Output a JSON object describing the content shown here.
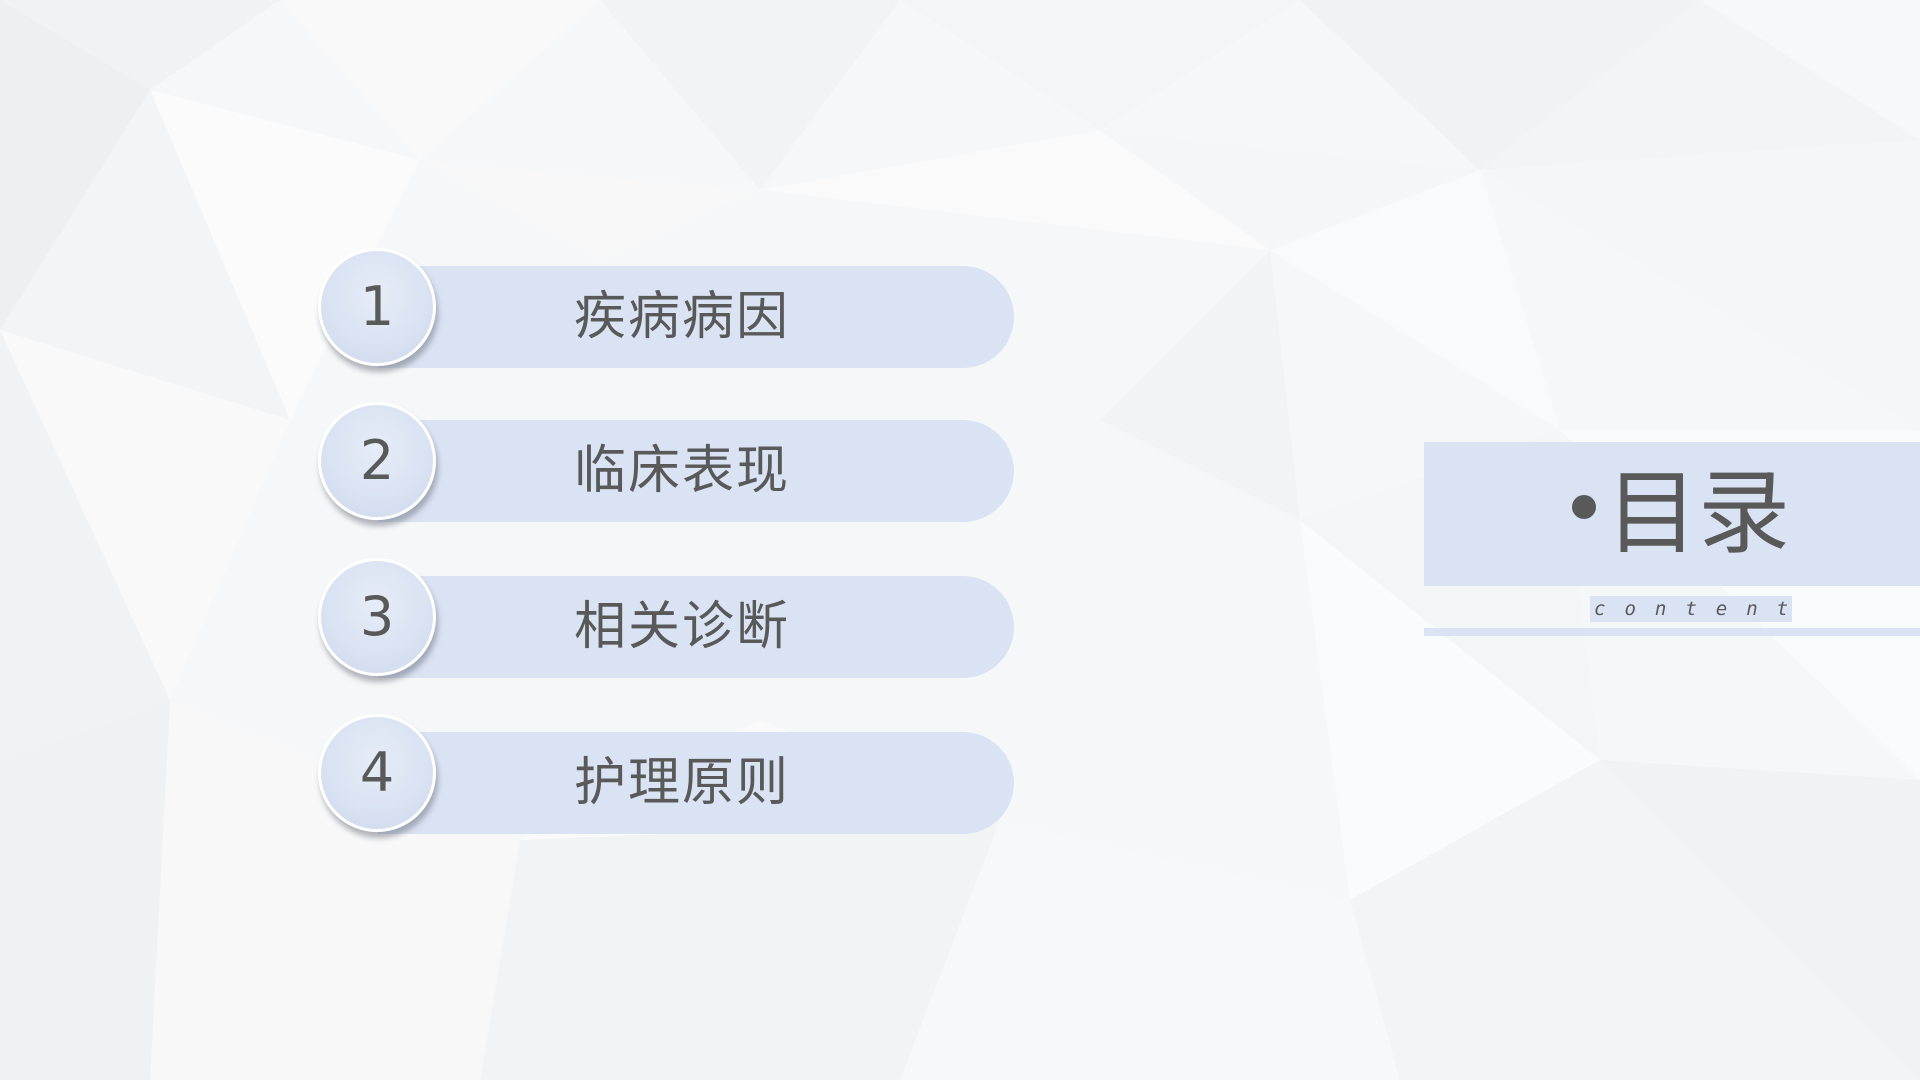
{
  "theme": {
    "accent_color": "#dae3f3",
    "text_color": "#595959",
    "background_color": "#f6f7f8"
  },
  "toc": {
    "items": [
      {
        "number": "1",
        "label": "疾病病因"
      },
      {
        "number": "2",
        "label": "临床表现"
      },
      {
        "number": "3",
        "label": "相关诊断"
      },
      {
        "number": "4",
        "label": "护理原则"
      }
    ]
  },
  "title_block": {
    "title": "目录",
    "subtitle": "content"
  }
}
